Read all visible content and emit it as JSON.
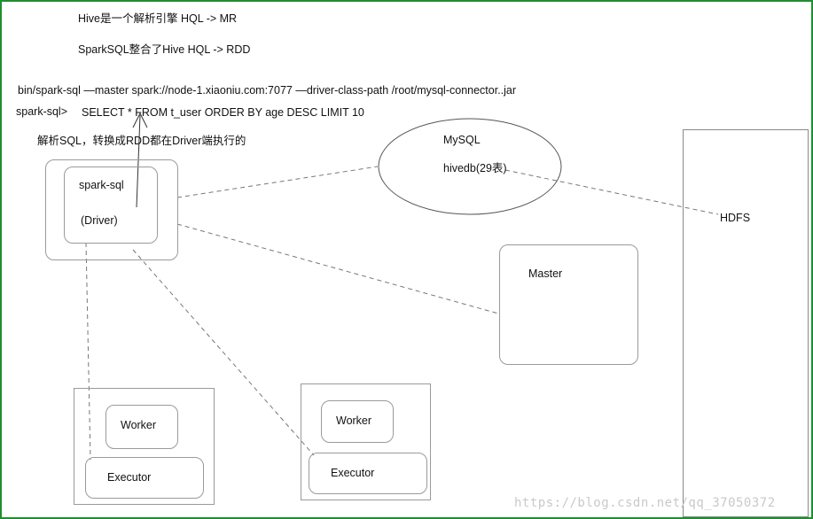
{
  "notes": {
    "hive_line": "Hive是一个解析引擎 HQL -> MR",
    "sparksql_line": "SparkSQL整合了Hive HQL -> RDD",
    "command": "bin/spark-sql —master spark://node-1.xiaoniu.com:7077 —driver-class-path /root/mysql-connector..jar",
    "prompt": "spark-sql>",
    "query": "SELECT * FROM t_user ORDER BY age DESC LIMIT 10",
    "parse_note": "解析SQL，转换成RDD都在Driver端执行的"
  },
  "driver": {
    "name": "spark-sql",
    "role": "(Driver)"
  },
  "mysql": {
    "name": "MySQL",
    "db": "hivedb(29表)"
  },
  "hdfs": {
    "label": "HDFS"
  },
  "master": {
    "label": "Master"
  },
  "node1": {
    "worker": "Worker",
    "executor": "Executor"
  },
  "node2": {
    "worker": "Worker",
    "executor": "Executor"
  },
  "watermark": "https://blog.csdn.net/qq_37050372"
}
